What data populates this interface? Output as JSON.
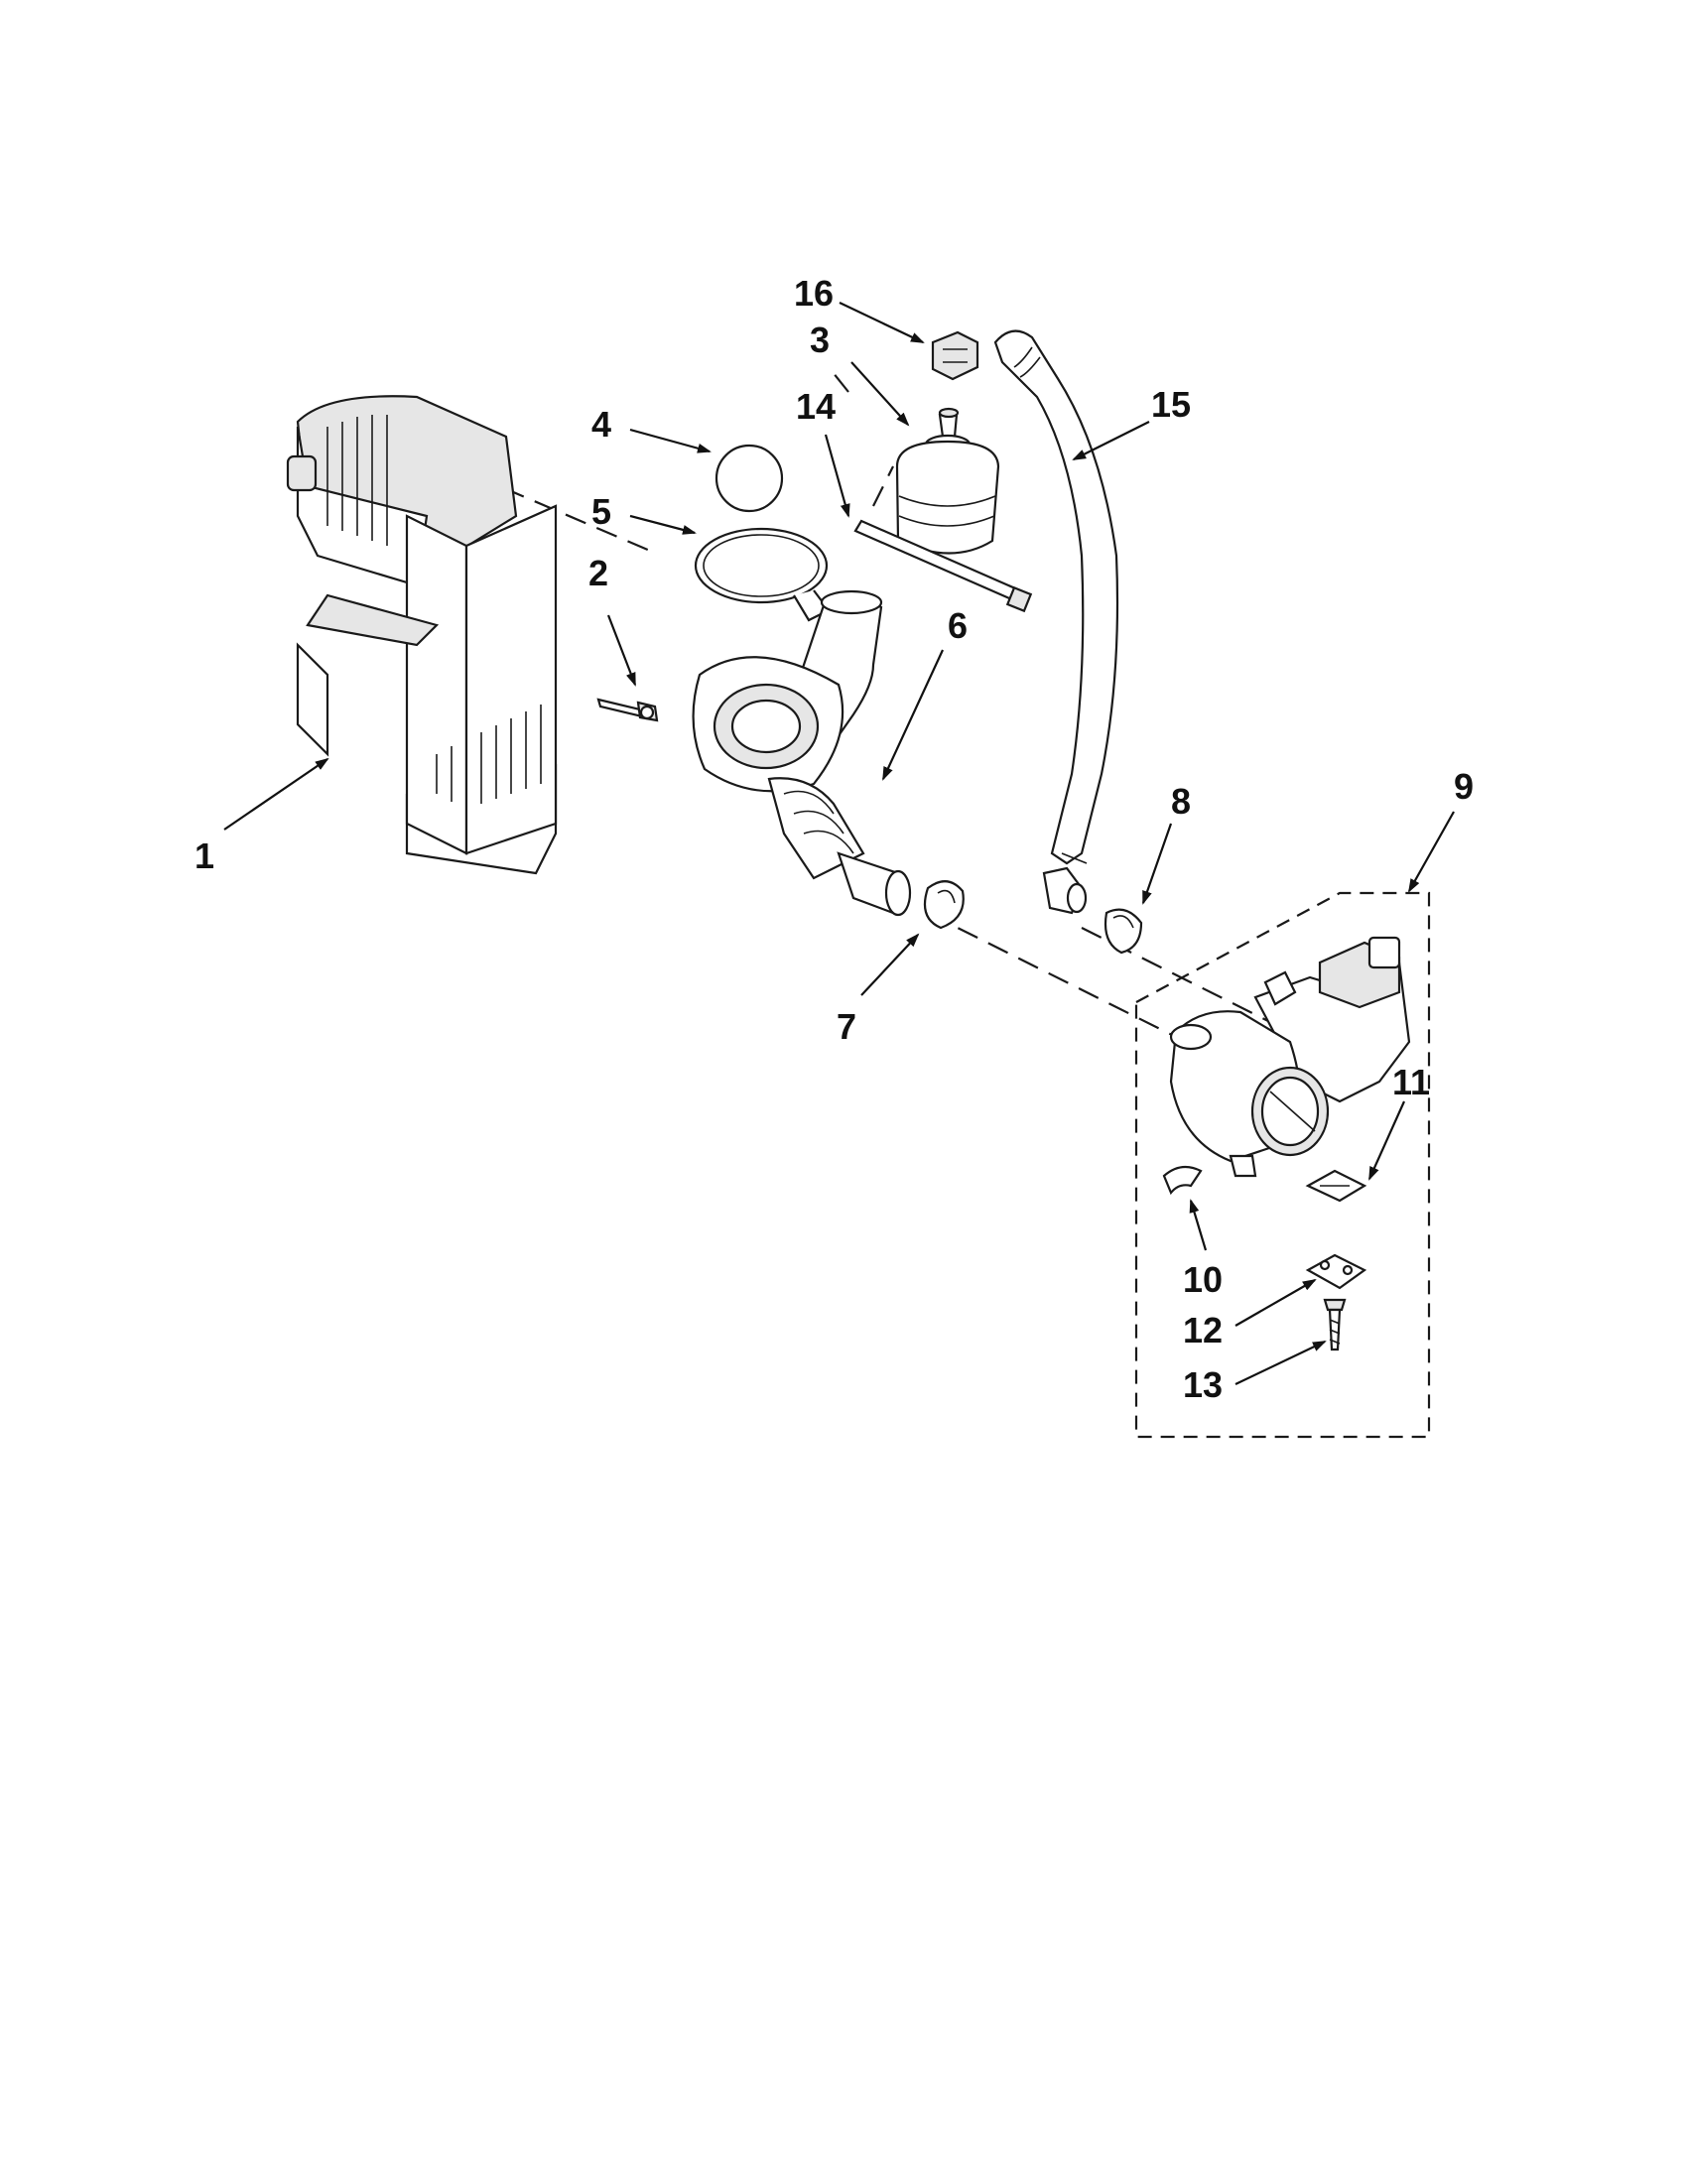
{
  "callouts": [
    {
      "id": "1",
      "text": "1"
    },
    {
      "id": "2",
      "text": "2"
    },
    {
      "id": "3",
      "text": "3"
    },
    {
      "id": "4",
      "text": "4"
    },
    {
      "id": "5",
      "text": "5"
    },
    {
      "id": "6",
      "text": "6"
    },
    {
      "id": "7",
      "text": "7"
    },
    {
      "id": "8",
      "text": "8"
    },
    {
      "id": "9",
      "text": "9"
    },
    {
      "id": "10",
      "text": "10"
    },
    {
      "id": "11",
      "text": "11"
    },
    {
      "id": "12",
      "text": "12"
    },
    {
      "id": "13",
      "text": "13"
    },
    {
      "id": "14",
      "text": "14"
    },
    {
      "id": "15",
      "text": "15"
    },
    {
      "id": "16",
      "text": "16"
    }
  ],
  "colors": {
    "line": "#1a1a1a",
    "part_shade": "#e6e6e6",
    "background": "#ffffff"
  }
}
